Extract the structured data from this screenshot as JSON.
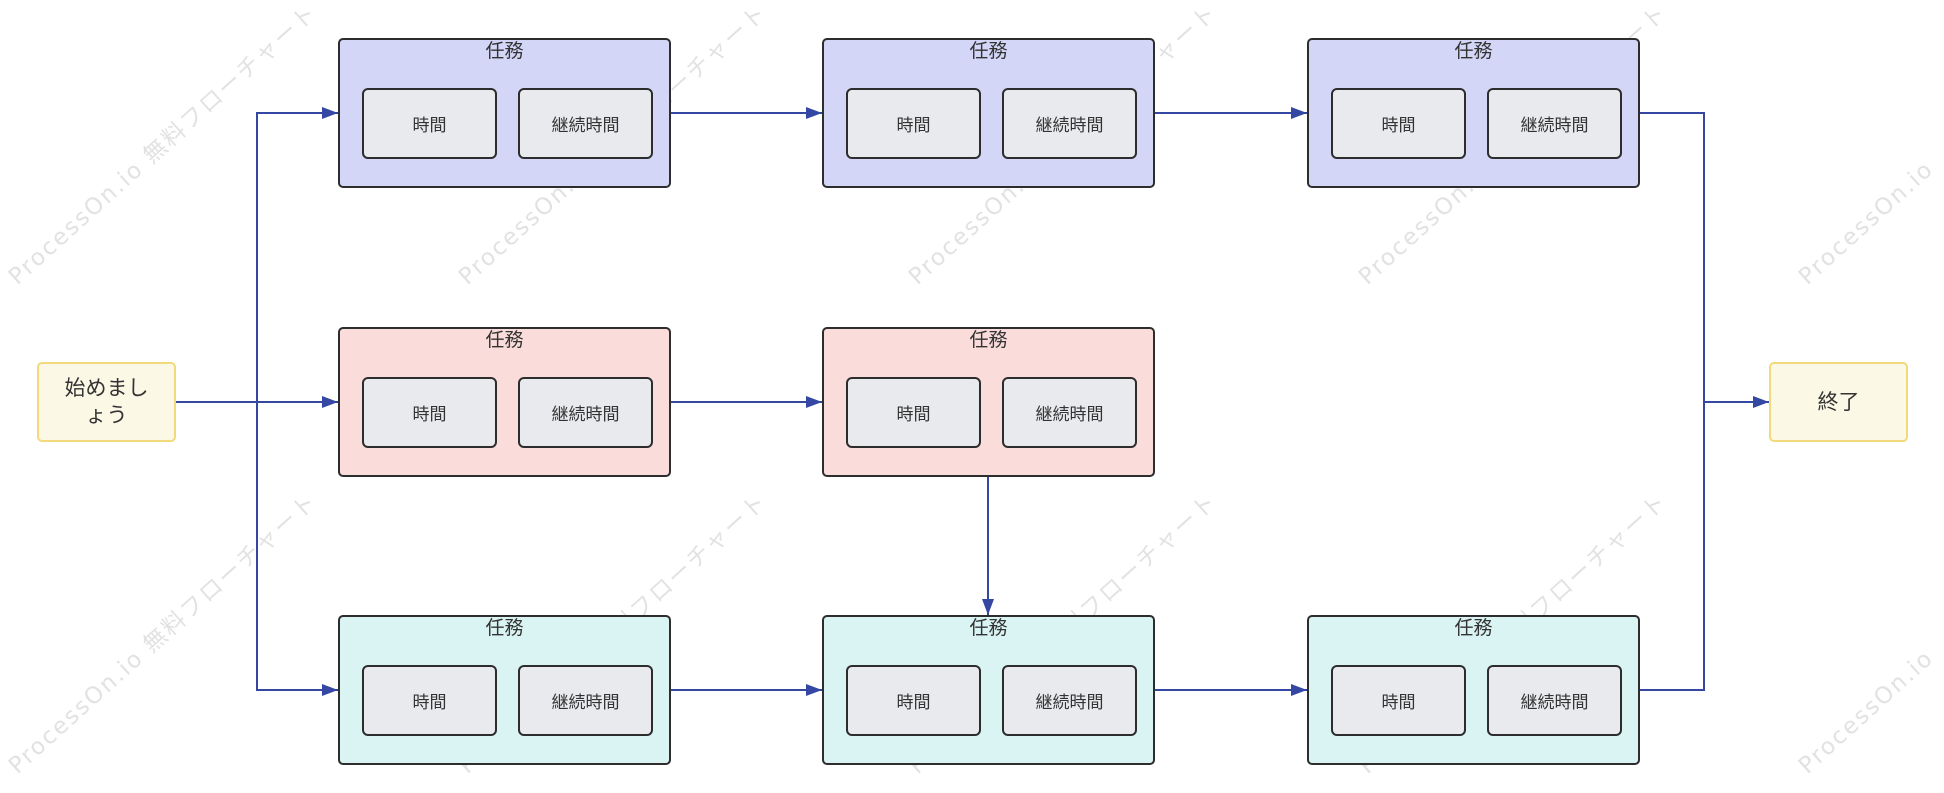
{
  "start": {
    "label": "始めましょう"
  },
  "end": {
    "label": "終了"
  },
  "rows": [
    {
      "color": "#d4d6f8",
      "tasks": [
        {
          "title": "任務",
          "time": "時間",
          "duration": "継続時間"
        },
        {
          "title": "任務",
          "time": "時間",
          "duration": "継続時間"
        },
        {
          "title": "任務",
          "time": "時間",
          "duration": "継続時間"
        }
      ]
    },
    {
      "color": "#fadcda",
      "tasks": [
        {
          "title": "任務",
          "time": "時間",
          "duration": "継続時間"
        },
        {
          "title": "任務",
          "time": "時間",
          "duration": "継続時間"
        }
      ]
    },
    {
      "color": "#d9f4f3",
      "tasks": [
        {
          "title": "任務",
          "time": "時間",
          "duration": "継続時間"
        },
        {
          "title": "任務",
          "time": "時間",
          "duration": "継続時間"
        },
        {
          "title": "任務",
          "time": "時間",
          "duration": "継続時間"
        }
      ]
    }
  ],
  "colors": {
    "terminal_fill": "#fcf8e6",
    "terminal_border": "#f1d97c",
    "cell_fill": "#e8eaed",
    "border": "#2d2d2d",
    "connector": "#3347a3",
    "watermark": "#e2e2e2"
  },
  "watermark": {
    "text": "ProcessOn.io 無料フローチャート",
    "edge_text": "ProcessOn.io"
  }
}
